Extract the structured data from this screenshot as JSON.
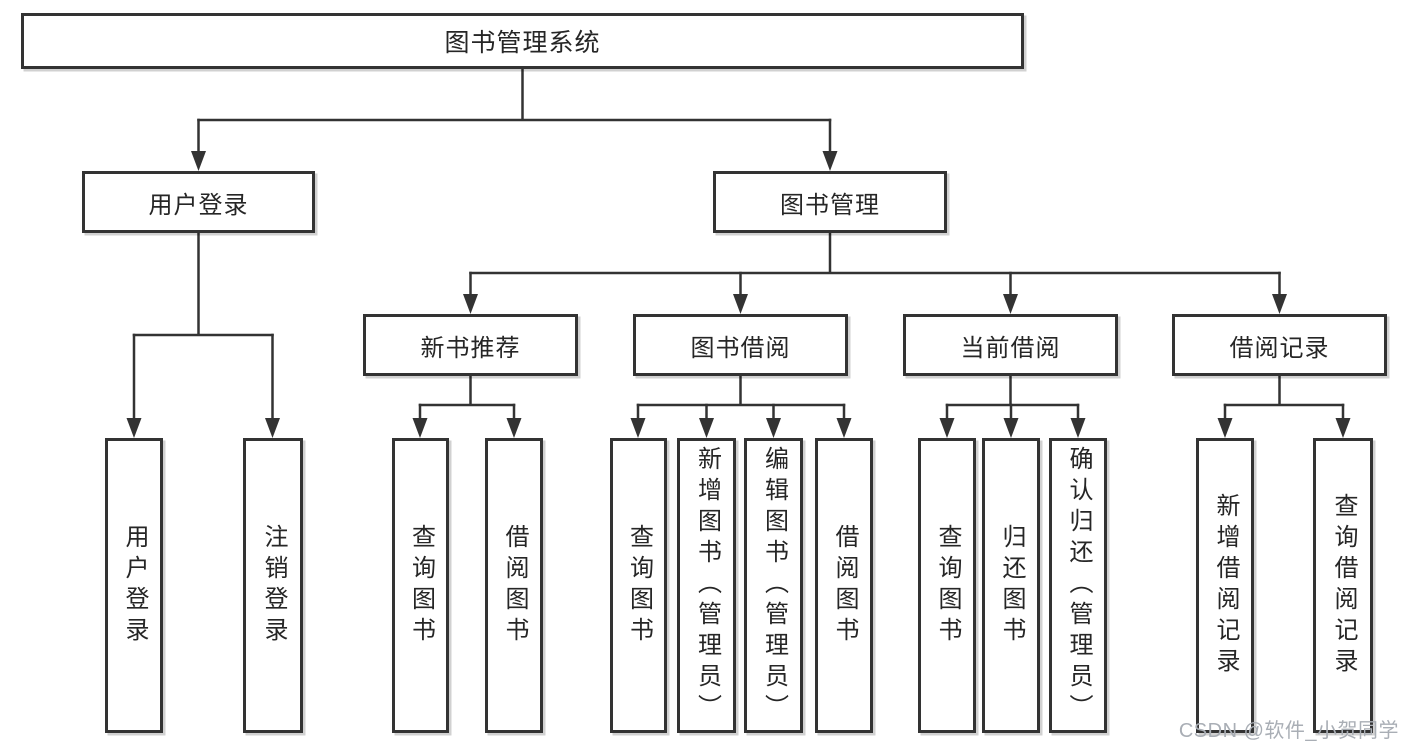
{
  "colors": {
    "background": "#ffffff",
    "line": "#333333",
    "box_border": "#333333",
    "text": "#262626",
    "watermark": "#a9aeb5"
  },
  "diagram": {
    "title": "图书管理系统",
    "level2": [
      {
        "label": "用户登录"
      },
      {
        "label": "图书管理"
      }
    ],
    "level3": [
      {
        "label": "新书推荐",
        "parent": "图书管理"
      },
      {
        "label": "图书借阅",
        "parent": "图书管理"
      },
      {
        "label": "当前借阅",
        "parent": "图书管理"
      },
      {
        "label": "借阅记录",
        "parent": "图书管理"
      }
    ],
    "leaves": [
      {
        "label": "用户登录",
        "parent": "用户登录"
      },
      {
        "label": "注销登录",
        "parent": "用户登录"
      },
      {
        "label": "查询图书",
        "parent": "新书推荐"
      },
      {
        "label": "借阅图书",
        "parent": "新书推荐"
      },
      {
        "label": "查询图书",
        "parent": "图书借阅"
      },
      {
        "label": "新增图书（管理员）",
        "parent": "图书借阅"
      },
      {
        "label": "编辑图书（管理员）",
        "parent": "图书借阅"
      },
      {
        "label": "借阅图书",
        "parent": "图书借阅"
      },
      {
        "label": "查询图书",
        "parent": "当前借阅"
      },
      {
        "label": "归还图书",
        "parent": "当前借阅"
      },
      {
        "label": "确认归还（管理员）",
        "parent": "当前借阅"
      },
      {
        "label": "新增借阅记录",
        "parent": "借阅记录"
      },
      {
        "label": "查询借阅记录",
        "parent": "借阅记录"
      }
    ]
  },
  "watermark": {
    "text": "CSDN @软件_小贺同学"
  }
}
